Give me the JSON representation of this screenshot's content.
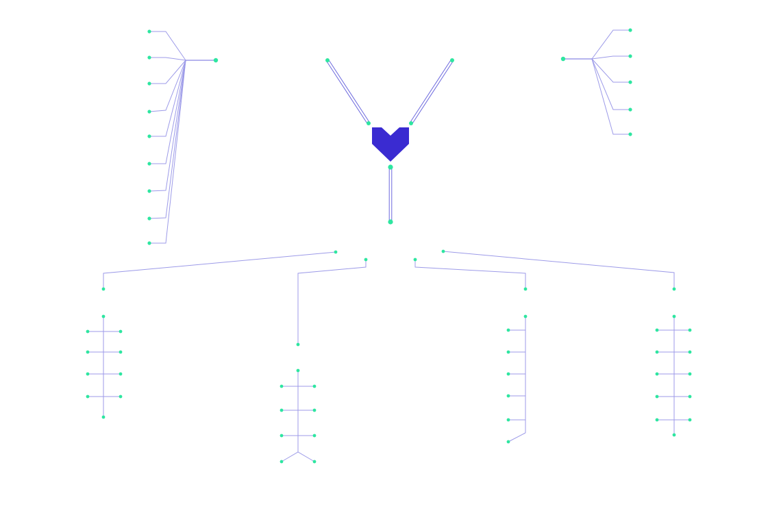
{
  "diagram": {
    "colors": {
      "background": "#ffffff",
      "edge": "#9c9ae8",
      "edge_dark": "#6b67dd",
      "node": "#2ee6a0",
      "hub": "#3a2bd1"
    },
    "hub": {
      "shape": "heart-icon"
    },
    "clusters": [
      {
        "id": "top-left-fan",
        "leaf_count": 9
      },
      {
        "id": "top-right-fan",
        "leaf_count": 5
      },
      {
        "id": "bottom-tree-1",
        "leaf_count": 8
      },
      {
        "id": "bottom-tree-2",
        "leaf_count": 8
      },
      {
        "id": "bottom-tree-3",
        "leaf_count": 6
      },
      {
        "id": "bottom-tree-4",
        "leaf_count": 10
      }
    ]
  }
}
